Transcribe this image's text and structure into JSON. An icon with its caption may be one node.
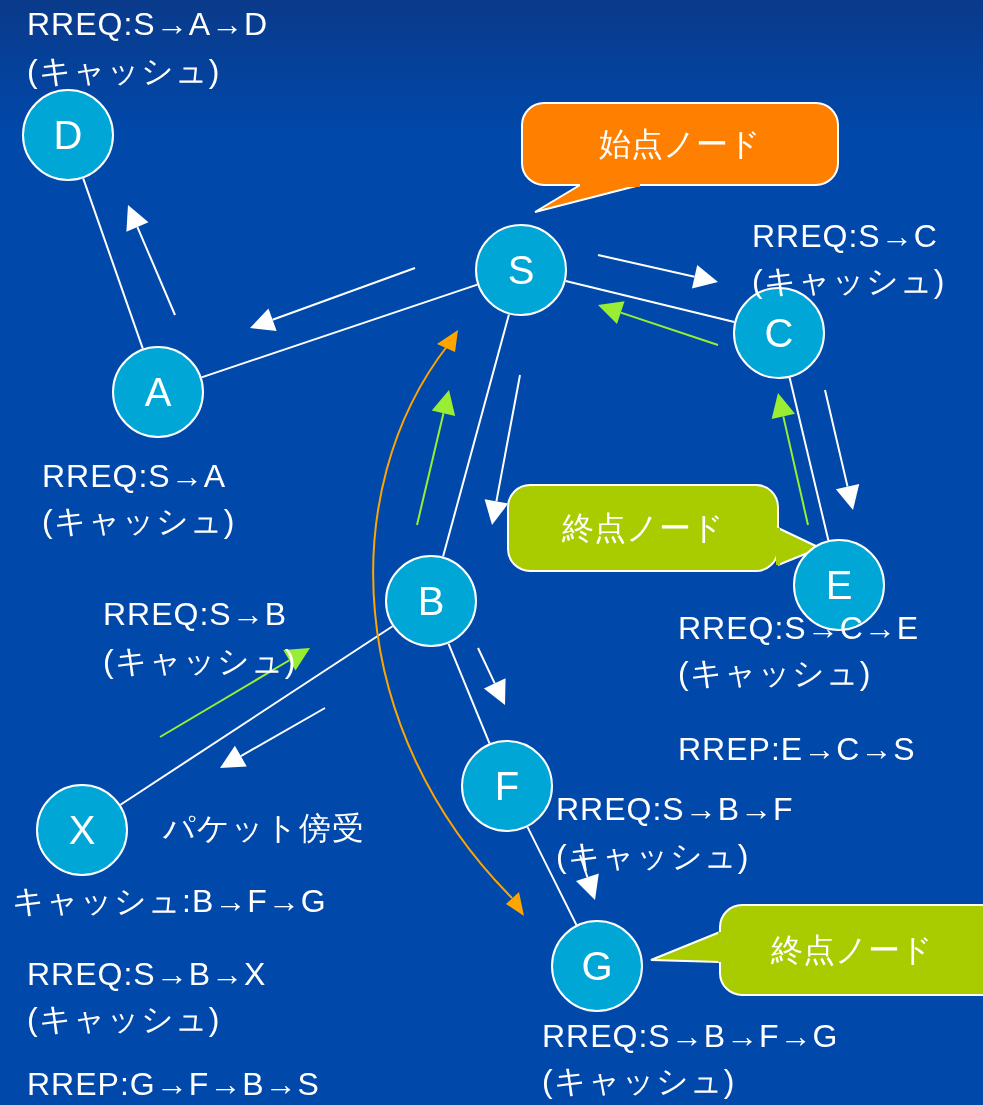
{
  "diagram": {
    "nodes": [
      {
        "text": [
          "D"
        ],
        "beside": [
          "RREQ:S→A→D",
          "(キャッシュ)"
        ]
      },
      {
        "text": [
          "始点ノード"
        ]
      },
      {
        "text": [
          "S"
        ]
      },
      {
        "text": [
          "C"
        ],
        "beside": [
          "RREQ:S→C",
          "(キャッシュ)"
        ]
      },
      {
        "text": [
          "A"
        ],
        "beside": [
          "RREQ:S→A",
          "(キャッシュ)"
        ]
      },
      {
        "text": [
          "終点ノード"
        ]
      },
      {
        "text": [
          "E"
        ],
        "beside": [
          "RREQ:S→C→E",
          "(キャッシュ)",
          "RREP:E→C→S"
        ]
      },
      {
        "text": [
          "B"
        ],
        "beside": [
          "RREQ:S→B",
          "(キャッシュ)"
        ]
      },
      {
        "text": [
          "F"
        ],
        "beside": [
          "RREQ:S→B→F",
          "(キャッシュ)"
        ]
      },
      {
        "text": [
          "X"
        ],
        "beside": [
          "パケット傍受",
          "キャッシュ:B→F→G",
          "RREQ:S→B→X",
          "(キャッシュ)",
          "RREP:G→F→B→S"
        ]
      },
      {
        "text": [
          "G"
        ],
        "beside": [
          "RREQ:S→B→F→G",
          "(キャッシュ)"
        ]
      },
      {
        "text": [
          "終点ノード"
        ]
      }
    ],
    "edges": [
      {
        "from": 2,
        "to": 4,
        "arrow": "none"
      },
      {
        "from": 4,
        "to": 0,
        "arrow": "none"
      },
      {
        "from": 2,
        "to": 3,
        "arrow": "none"
      },
      {
        "from": 3,
        "to": 6,
        "arrow": "none"
      },
      {
        "from": 2,
        "to": 7,
        "arrow": "none"
      },
      {
        "from": 7,
        "to": 9,
        "arrow": "none"
      },
      {
        "from": 7,
        "to": 8,
        "arrow": "none"
      },
      {
        "from": 8,
        "to": 10,
        "arrow": "none"
      }
    ]
  }
}
